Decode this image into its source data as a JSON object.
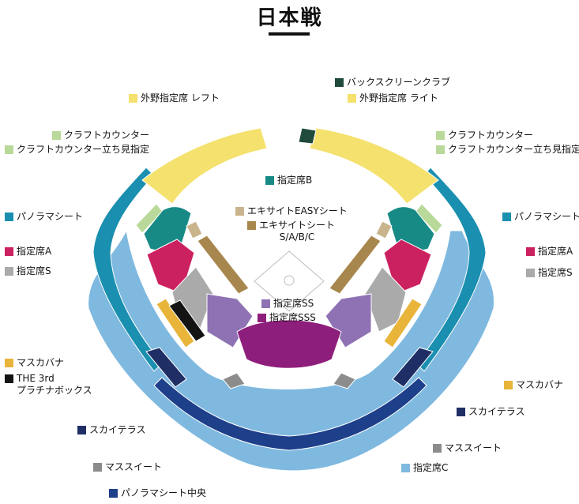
{
  "title": "日本戦",
  "colors": {
    "outfield_reserved": "#f5e16e",
    "backscreen_club": "#1f4a3c",
    "craft_counter": "#b9d99a",
    "panorama": "#1a8fb0",
    "reserved_b": "#178a86",
    "reserved_a": "#cc2160",
    "reserved_s": "#aaaaaa",
    "masukabana": "#e8b43a",
    "the3rd": "#141414",
    "exciting": "#a8874e",
    "exciting_easy": "#c9b48c",
    "ss": "#8e72b4",
    "sss": "#8e1e7c",
    "sky_terrace": "#1f2f66",
    "mass_suite": "#8c8c8c",
    "reserved_c": "#7fb9e0",
    "panorama_center": "#1e3f8a"
  },
  "labels": {
    "backscreen": "バックスクリーンクラブ",
    "outfield_left": "外野指定席 レフト",
    "outfield_right": "外野指定席 ライト",
    "craft_left": "クラフトカウンター",
    "craft_stand_left": "クラフトカウンター立ち見指定",
    "craft_right": "クラフトカウンター",
    "craft_stand_right": "クラフトカウンター立ち見指定",
    "reserved_b": "指定席B",
    "exciting_easy": "エキサイトEASYシート",
    "exciting": "エキサイトシート",
    "exciting_sub": "S/A/B/C",
    "panorama_left": "パノラマシート",
    "panorama_right": "パノラマシート",
    "reserved_a_left": "指定席A",
    "reserved_a_right": "指定席A",
    "reserved_s_left": "指定席S",
    "reserved_s_right": "指定席S",
    "ss": "指定席SS",
    "sss": "指定席SSS",
    "masukabana_left": "マスカバナ",
    "masukabana_right": "マスカバナ",
    "the3rd_line1": "THE 3rd",
    "the3rd_line2": "プラチナボックス",
    "sky_terrace_left": "スカイテラス",
    "sky_terrace_right": "スカイテラス",
    "mass_suite_left": "マススイート",
    "mass_suite_right": "マススイート",
    "reserved_c": "指定席C",
    "panorama_center": "パノラマシート中央"
  }
}
